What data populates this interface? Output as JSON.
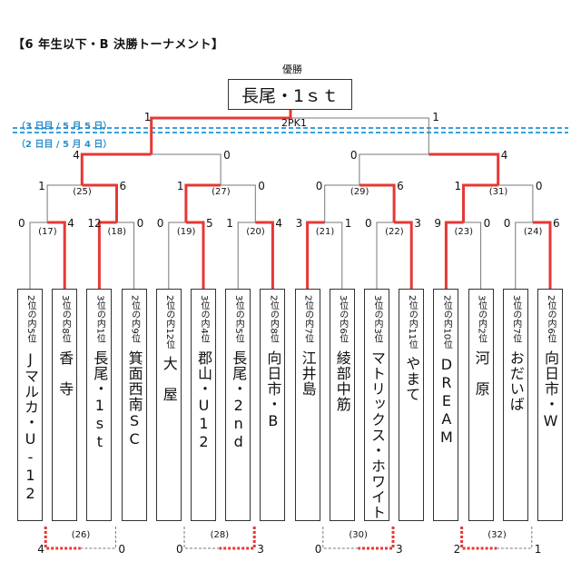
{
  "title": "【6 年生以下・B 決勝トーナメント】",
  "champion": {
    "label": "優勝",
    "name": "長尾・1ｓｔ",
    "pk_note": "2PK1"
  },
  "days": {
    "day3": "（3 日目 / 5 月 5 日）",
    "day2": "（2 日目 / 5 月 4 日）"
  },
  "teams": [
    {
      "rank": "2位の内5位",
      "name": "Jマルカ・U-12"
    },
    {
      "rank": "3位の内8位",
      "name": "香　寺"
    },
    {
      "rank": "3位の内1位",
      "name": "長尾・1st"
    },
    {
      "rank": "2位の内9位",
      "name": "箕面西南SC"
    },
    {
      "rank": "2位の内12位",
      "name": "大　屋"
    },
    {
      "rank": "3位の内4位",
      "name": "郡山・U12"
    },
    {
      "rank": "3位の内5位",
      "name": "長尾・2nd"
    },
    {
      "rank": "2位の内8位",
      "name": "向日市・B"
    },
    {
      "rank": "2位の内7位",
      "name": "江井島"
    },
    {
      "rank": "3位の内6位",
      "name": "綾部中筋"
    },
    {
      "rank": "3位の内3位",
      "name": "マトリックス・ホワイト"
    },
    {
      "rank": "2位の内11位",
      "name": "やまて"
    },
    {
      "rank": "2位の内10位",
      "name": "DREAM"
    },
    {
      "rank": "3位の内2位",
      "name": "河　原"
    },
    {
      "rank": "3位の内7位",
      "name": "おだいば"
    },
    {
      "rank": "2位の内6位",
      "name": "向日市・W"
    }
  ],
  "round1": [
    {
      "match": "(17)",
      "left": "0",
      "right": "4"
    },
    {
      "match": "(18)",
      "left": "12",
      "right": "0"
    },
    {
      "match": "(19)",
      "left": "0",
      "right": "5"
    },
    {
      "match": "(20)",
      "left": "1",
      "right": "4"
    },
    {
      "match": "(21)",
      "left": "3",
      "right": "1"
    },
    {
      "match": "(22)",
      "left": "0",
      "right": "3"
    },
    {
      "match": "(23)",
      "left": "9",
      "right": "0"
    },
    {
      "match": "(24)",
      "left": "0",
      "right": "6"
    }
  ],
  "round2": [
    {
      "match": "(25)",
      "left": "1",
      "right": "6"
    },
    {
      "match": "(27)",
      "left": "1",
      "right": "0"
    },
    {
      "match": "(29)",
      "left": "0",
      "right": "6"
    },
    {
      "match": "(31)",
      "left": "1",
      "right": "0"
    }
  ],
  "semis": [
    {
      "left": "4",
      "right": "0"
    },
    {
      "left": "0",
      "right": "4"
    }
  ],
  "final": {
    "left": "1",
    "right": "1"
  },
  "consolation": [
    {
      "match": "(26)",
      "left": "4",
      "right": "0"
    },
    {
      "match": "(28)",
      "left": "0",
      "right": "3"
    },
    {
      "match": "(30)",
      "left": "0",
      "right": "3"
    },
    {
      "match": "(32)",
      "left": "2",
      "right": "1"
    }
  ],
  "colors": {
    "win": "#e53935",
    "line": "#777777",
    "day_line": "#3aa0dc",
    "box_border": "#333333"
  }
}
